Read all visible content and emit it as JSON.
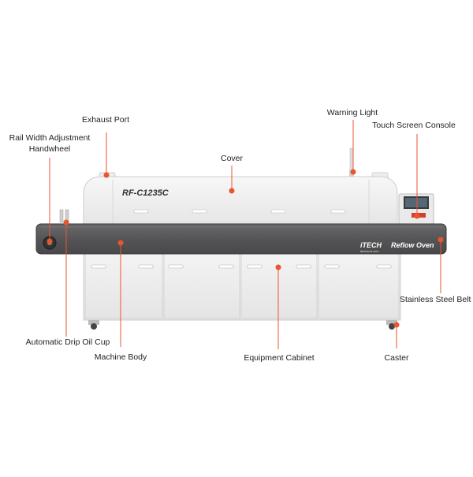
{
  "labels": {
    "exhaust_port": "Exhaust Port",
    "warning_light": "Warning Light",
    "touch_screen_console": "Touch Screen Console",
    "rail_width_line1": "Rail Width Adjustment",
    "rail_width_line2": "Handwheel",
    "cover": "Cover",
    "stainless_steel_belt": "Stainless Steel Belt",
    "automatic_drip_oil_cup": "Automatic Drip Oil Cup",
    "machine_body": "Machine Body",
    "equipment_cabinet": "Equipment Cabinet",
    "caster": "Caster"
  },
  "machine": {
    "model": "RF-C1235C",
    "brand": "iTECH",
    "brand_sub": "itechsmt.com",
    "product_name": "Reflow Oven"
  },
  "colors": {
    "callout": "#e8552e",
    "belt": "#5a5a5c",
    "body": "#eeeeee",
    "cover": "#f2f2f2"
  }
}
